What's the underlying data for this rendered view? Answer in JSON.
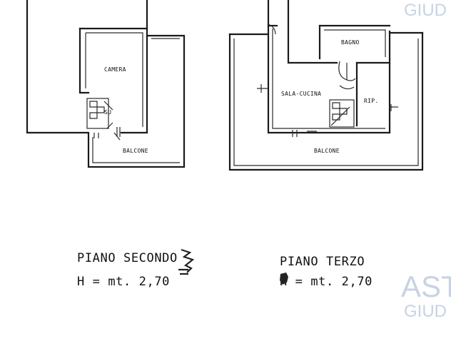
{
  "watermark": {
    "top_text": "GIUD",
    "bottom_big": "AST",
    "bottom_small": "GIUD",
    "color": "#c7d3e4"
  },
  "floors": [
    {
      "title": "PIANO SECONDO",
      "height_label": "H = mt. 2,70",
      "rooms": {
        "camera": "CAMERA",
        "balcone": "BALCONE",
        "stair_note": "SU"
      }
    },
    {
      "title": "PIANO TERZO",
      "height_label": "H = mt. 2,70",
      "rooms": {
        "bagno": "BAGNO",
        "sala_cucina": "SALA-CUCINA",
        "rip": "RIP.",
        "balcone": "BALCONE"
      }
    }
  ],
  "colors": {
    "ink": "#1a1a1a",
    "background": "#ffffff"
  }
}
